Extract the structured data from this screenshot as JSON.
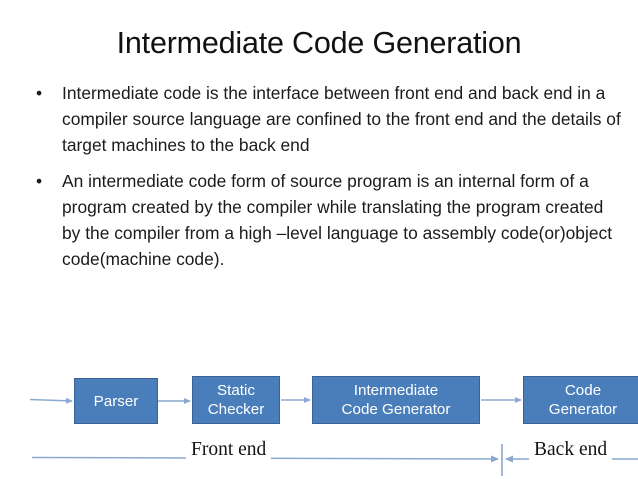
{
  "slide": {
    "title": "Intermediate Code Generation",
    "bullet_marker": "•",
    "bullets": [
      "Intermediate code is the interface between front end and back end in a compiler source language are confined to the front end and the details of target machines to the back end",
      "An intermediate code form of source program is an internal form of a program created by the compiler while translating the program created by the compiler from a high –level language to assembly code(or)object code(machine code)."
    ]
  },
  "diagram": {
    "box_fill_color": "#4A7EBB",
    "box_border_color": "#3A6296",
    "box_text_color": "#FFFFFF",
    "connector_color": "#8AA9CE",
    "boxes": [
      {
        "id": "parser",
        "label": "Parser"
      },
      {
        "id": "static-checker",
        "label": "Static\nChecker"
      },
      {
        "id": "intermediate-code-generator",
        "label": "Intermediate\nCode Generator"
      },
      {
        "id": "code-generator",
        "label": "Code\nGenerator"
      }
    ],
    "band": {
      "front_end_label": "Front end",
      "back_end_label": "Back end"
    }
  }
}
